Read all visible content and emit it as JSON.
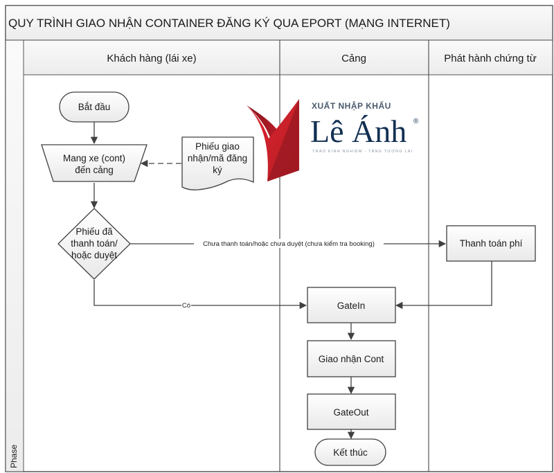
{
  "diagram": {
    "title": "QUY TRÌNH GIAO NHẬN CONTAINER ĐĂNG KÝ QUA EPORT (MẠNG INTERNET)",
    "phase_label": "Phase",
    "lanes": [
      {
        "id": "customer",
        "label": "Khách hàng (lái xe)"
      },
      {
        "id": "port",
        "label": "Cảng"
      },
      {
        "id": "docs",
        "label": "Phát hành chứng từ"
      }
    ],
    "nodes": {
      "start": {
        "shape": "terminator",
        "lane": "customer",
        "lines": [
          "Bắt đầu"
        ]
      },
      "bring_truck": {
        "shape": "manual-operation",
        "lane": "customer",
        "lines": [
          "Mang xe (cont)",
          "đến cảng"
        ]
      },
      "delivery_slip": {
        "shape": "document",
        "lane": "customer",
        "lines": [
          "Phiếu giao",
          "nhận/mã đăng",
          "ký"
        ]
      },
      "decision": {
        "shape": "decision",
        "lane": "customer",
        "lines": [
          "Phiếu đã",
          "thanh toán/",
          "hoặc duyệt"
        ]
      },
      "pay_fee": {
        "shape": "process",
        "lane": "docs",
        "lines": [
          "Thanh toán phí"
        ]
      },
      "gate_in": {
        "shape": "process",
        "lane": "port",
        "lines": [
          "GateIn"
        ]
      },
      "handover": {
        "shape": "process",
        "lane": "port",
        "lines": [
          "Giao nhận Cont"
        ]
      },
      "gate_out": {
        "shape": "process",
        "lane": "port",
        "lines": [
          "GateOut"
        ]
      },
      "end": {
        "shape": "terminator",
        "lane": "port",
        "lines": [
          "Kết thúc"
        ]
      }
    },
    "edges": [
      {
        "from": "start",
        "to": "bring_truck",
        "style": "solid",
        "label": ""
      },
      {
        "from": "delivery_slip",
        "to": "bring_truck",
        "style": "dashed",
        "label": ""
      },
      {
        "from": "bring_truck",
        "to": "decision",
        "style": "solid",
        "label": ""
      },
      {
        "from": "decision",
        "to": "pay_fee",
        "style": "solid",
        "label": "Chưa thanh toán/hoặc chưa duyệt (chưa kiểm tra booking)"
      },
      {
        "from": "decision",
        "to": "gate_in",
        "style": "solid",
        "label": "Có"
      },
      {
        "from": "pay_fee",
        "to": "gate_in",
        "style": "solid",
        "label": ""
      },
      {
        "from": "gate_in",
        "to": "handover",
        "style": "solid",
        "label": ""
      },
      {
        "from": "handover",
        "to": "gate_out",
        "style": "solid",
        "label": ""
      },
      {
        "from": "gate_out",
        "to": "end",
        "style": "solid",
        "label": ""
      }
    ]
  },
  "watermark": {
    "top_line": "XUẤT NHẬP KHẨU",
    "brand": "Lê Ánh",
    "registered_mark": "®",
    "tagline": "TRAO KINH NGHIỆM - TẶNG TƯƠNG LAI",
    "colors": {
      "red": "#d0202a",
      "dark_red": "#8e1a22",
      "navy": "#123052"
    }
  }
}
